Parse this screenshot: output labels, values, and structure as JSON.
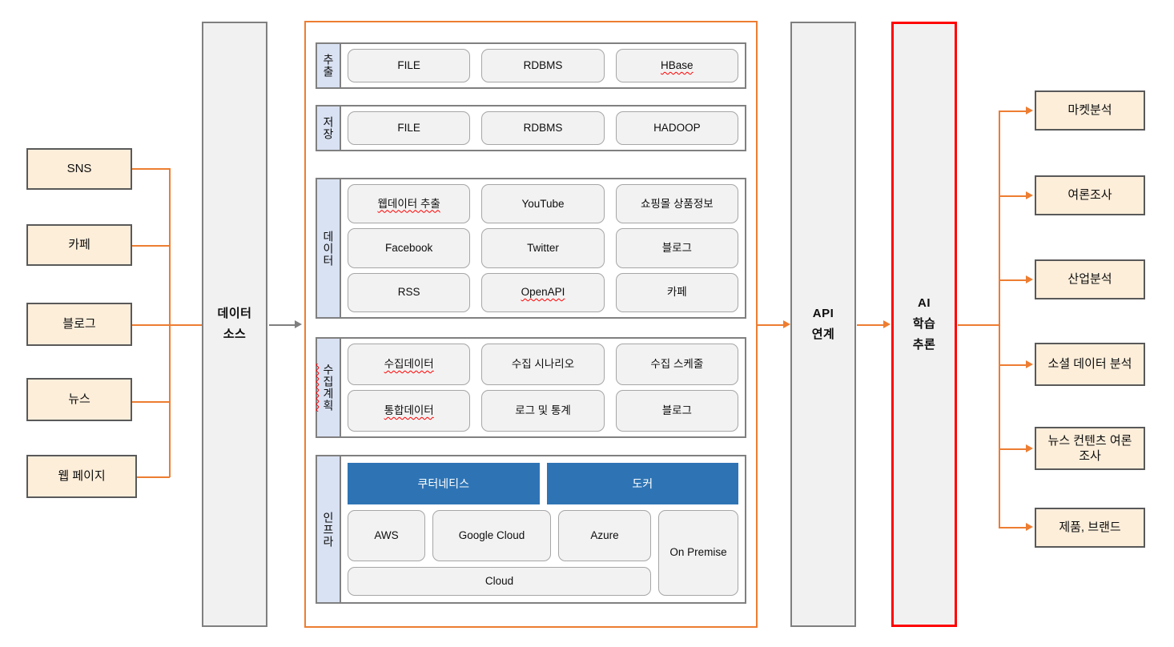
{
  "diagram": {
    "title": "Data Collection and AI Analysis Architecture"
  },
  "sources": {
    "items": [
      {
        "label": "SNS"
      },
      {
        "label": "카페"
      },
      {
        "label": "블로그"
      },
      {
        "label": "뉴스"
      },
      {
        "label": "웹 페이지"
      }
    ]
  },
  "data_source_column": {
    "line1": "데이터",
    "line2": "소스"
  },
  "api_column": {
    "line1": "API",
    "line2": "연계"
  },
  "ai_column": {
    "line1": "AI",
    "line2": "학습",
    "line3": "추론"
  },
  "platform": {
    "sections": [
      {
        "key": "extract",
        "label": "추출",
        "label_squiggle": false,
        "rows": [
          [
            {
              "text": "FILE",
              "squiggle": false
            },
            {
              "text": "RDBMS",
              "squiggle": false
            },
            {
              "text": "HBase",
              "squiggle": true
            }
          ]
        ]
      },
      {
        "key": "store",
        "label": "저장",
        "label_squiggle": false,
        "rows": [
          [
            {
              "text": "FILE",
              "squiggle": false
            },
            {
              "text": "RDBMS",
              "squiggle": false
            },
            {
              "text": "HADOOP",
              "squiggle": false
            }
          ]
        ]
      },
      {
        "key": "data",
        "label": "데이터",
        "label_squiggle": false,
        "rows": [
          [
            {
              "text": "웹데이터 추출",
              "squiggle": true
            },
            {
              "text": "YouTube",
              "squiggle": false
            },
            {
              "text": "쇼핑몰 상품정보",
              "squiggle": false
            }
          ],
          [
            {
              "text": "Facebook",
              "squiggle": false
            },
            {
              "text": "Twitter",
              "squiggle": false
            },
            {
              "text": "블로그",
              "squiggle": false
            }
          ],
          [
            {
              "text": "RSS",
              "squiggle": false
            },
            {
              "text": "OpenAPI",
              "squiggle": true
            },
            {
              "text": "카페",
              "squiggle": false
            }
          ]
        ]
      },
      {
        "key": "plan",
        "label": "수집계획",
        "label_squiggle": true,
        "rows": [
          [
            {
              "text": "수집데이터",
              "squiggle": true
            },
            {
              "text": "수집 시나리오",
              "squiggle": false
            },
            {
              "text": "수집 스케줄",
              "squiggle": false
            }
          ],
          [
            {
              "text": "통합데이터",
              "squiggle": true
            },
            {
              "text": "로그 및 통계",
              "squiggle": false
            },
            {
              "text": "블로그",
              "squiggle": false
            }
          ]
        ]
      }
    ],
    "infra": {
      "label": "인프라",
      "containers": [
        {
          "text": "쿠터네티스"
        },
        {
          "text": "도커"
        }
      ],
      "clouds": [
        {
          "text": "AWS"
        },
        {
          "text": "Google Cloud"
        },
        {
          "text": "Azure"
        }
      ],
      "cloud_bar": {
        "text": "Cloud"
      },
      "on_premise": {
        "text": "On Premise"
      }
    }
  },
  "outputs": {
    "items": [
      {
        "label": "마켓분석"
      },
      {
        "label": "여론조사"
      },
      {
        "label": "산업분석"
      },
      {
        "label": "소셜 데이터 분석"
      },
      {
        "label": "뉴스 컨텐츠 여론조사"
      },
      {
        "label": "제품, 브랜드"
      }
    ]
  },
  "colors": {
    "accent_orange": "#ed7d31",
    "source_fill": "#fdeeda",
    "source_border": "#595959",
    "column_fill": "#f1f1f1",
    "column_border": "#7f7f7f",
    "ai_border": "#ff0000",
    "label_fill": "#d9e2f3",
    "pill_fill": "#f2f2f2",
    "container_blue": "#2e74b5"
  }
}
